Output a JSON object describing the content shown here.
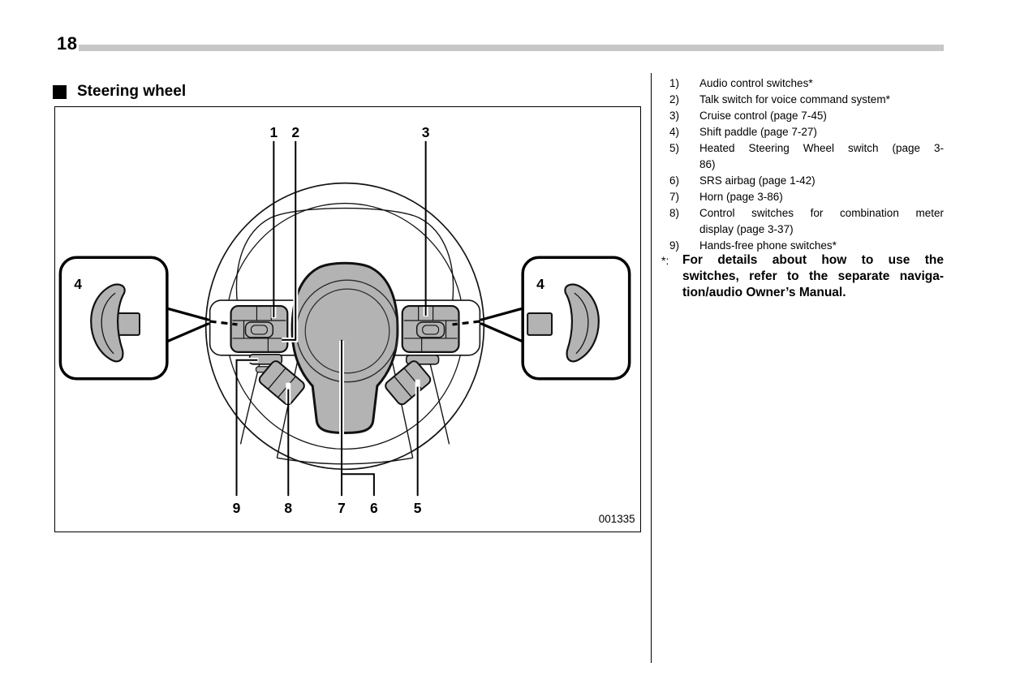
{
  "page": {
    "number": "18"
  },
  "section": {
    "title": "Steering wheel"
  },
  "figure": {
    "id": "001335",
    "callouts": {
      "top": [
        "1",
        "2",
        "3"
      ],
      "bottom": [
        "9",
        "8",
        "7",
        "6",
        "5"
      ],
      "left_box": "4",
      "right_box": "4"
    }
  },
  "legend": {
    "items": [
      {
        "num": "1)",
        "lines": [
          "Audio control switches*"
        ]
      },
      {
        "num": "2)",
        "lines": [
          "Talk switch for voice command system*"
        ]
      },
      {
        "num": "3)",
        "lines": [
          "Cruise control (page 7-45)"
        ]
      },
      {
        "num": "4)",
        "lines": [
          "Shift paddle (page 7-27)"
        ]
      },
      {
        "num": "5)",
        "lines": [
          "Heated Steering Wheel switch (page 3-",
          "86)"
        ]
      },
      {
        "num": "6)",
        "lines": [
          "SRS airbag (page 1-42)"
        ]
      },
      {
        "num": "7)",
        "lines": [
          "Horn (page 3-86)"
        ]
      },
      {
        "num": "8)",
        "lines": [
          "Control switches for combination meter",
          "display (page 3-37)"
        ]
      },
      {
        "num": "9)",
        "lines": [
          "Hands-free phone switches*"
        ]
      }
    ]
  },
  "footnote": {
    "marker": "*:",
    "lines": [
      "For details about how to use the",
      "switches, refer to the separate naviga-",
      "tion/audio Owner’s Manual."
    ]
  },
  "colors": {
    "diagram_gray": "#b3b3b3",
    "rule_gray": "#c7c7c7"
  }
}
